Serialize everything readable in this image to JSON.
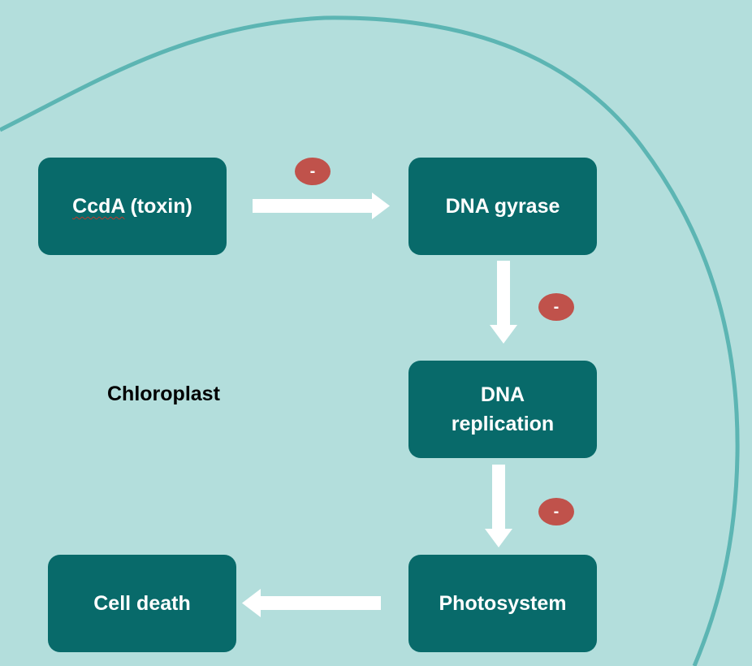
{
  "diagram": {
    "region_label": "Chloroplast",
    "nodes": {
      "toxin": {
        "prefix": "CcdA",
        "suffix": " (toxin)"
      },
      "gyrase": "DNA gyrase",
      "replication": "DNA\nreplication",
      "photosystem": "Photosystem",
      "cell_death": "Cell death"
    },
    "inhibition_marks": [
      "-",
      "-",
      "-"
    ],
    "edges": [
      {
        "from": "CcdA (toxin)",
        "to": "DNA gyrase",
        "sign": "-"
      },
      {
        "from": "DNA gyrase",
        "to": "DNA replication",
        "sign": "-"
      },
      {
        "from": "DNA replication",
        "to": "Photosystem",
        "sign": "-"
      },
      {
        "from": "Photosystem",
        "to": "Cell death"
      }
    ]
  },
  "colors": {
    "background": "#b3dedc",
    "membrane": "#5cb5b3",
    "node_fill": "#086a6a",
    "node_text": "#ffffff",
    "arrow": "#ffffff",
    "inhibition_badge": "#c0524b",
    "region_label": "#000000"
  }
}
